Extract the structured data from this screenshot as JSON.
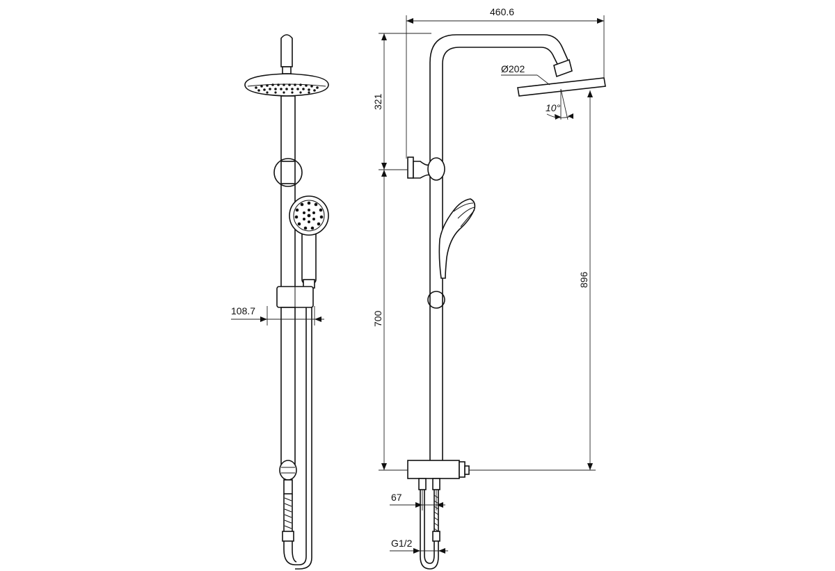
{
  "dimensions": {
    "overall_width": "460.6",
    "head_diameter": "Ø202",
    "head_tilt": "10°",
    "upper_height": "321",
    "lower_height": "700",
    "head_height": "896",
    "rail_offset": "108.7",
    "inlet_spacing": "67",
    "thread": "G1/2"
  }
}
